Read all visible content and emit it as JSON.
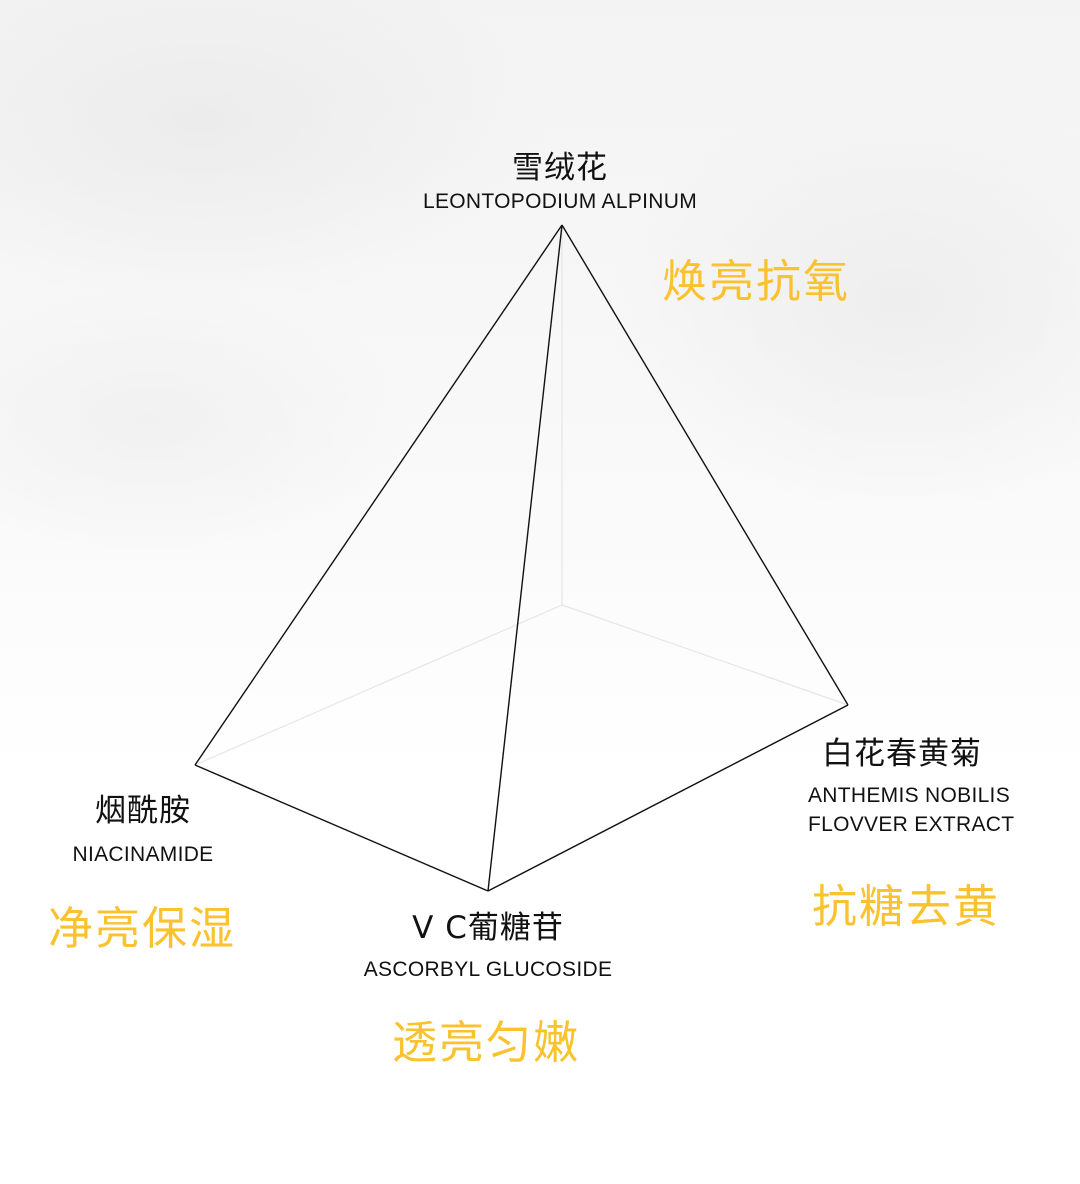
{
  "colors": {
    "accent": "#f9c22e",
    "line": "#111111",
    "hidden_line": "#e6e6e6"
  },
  "top": {
    "cn": "雪绒花",
    "en": "LEONTOPODIUM ALPINUM",
    "benefit": "焕亮抗氧"
  },
  "left": {
    "cn": "烟酰胺",
    "en": "NIACINAMIDE",
    "benefit": "净亮保湿"
  },
  "front": {
    "cn": "V C葡糖苷",
    "en": "ASCORBYL GLUCOSIDE",
    "benefit": "透亮匀嫩"
  },
  "right": {
    "cn": "白花春黄菊",
    "en1": "ANTHEMIS NOBILIS",
    "en2": "FLOVVER EXTRACT",
    "benefit": "抗糖去黄"
  }
}
